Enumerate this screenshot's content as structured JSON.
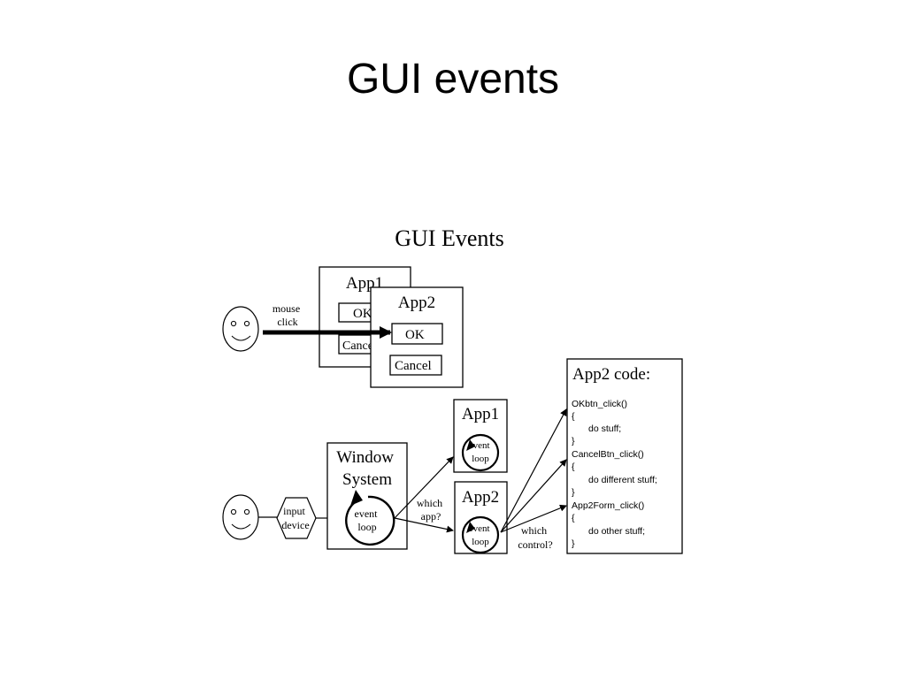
{
  "slide": {
    "title": "GUI events"
  },
  "figure": {
    "title": "GUI Events",
    "top": {
      "user_label": "mouse click",
      "user_label_lines": [
        "mouse",
        "click"
      ],
      "app1": {
        "title": "App1",
        "ok": "OK",
        "cancel": "Cancel"
      },
      "app2": {
        "title": "App2",
        "ok": "OK",
        "cancel": "Cancel"
      }
    },
    "bottom": {
      "input_device": [
        "input",
        "device"
      ],
      "window_system": [
        "Window",
        "System"
      ],
      "event_loop": [
        "event",
        "loop"
      ],
      "which_app": [
        "which",
        "app?"
      ],
      "app1_title": "App1",
      "app2_title": "App2",
      "which_control": [
        "which",
        "control?"
      ]
    },
    "code": {
      "title": "App2 code:",
      "lines": [
        "OKbtn_click()",
        "{",
        "do stuff;",
        "}",
        "CancelBtn_click()",
        "{",
        "do different stuff;",
        "}",
        "App2Form_click()",
        "{",
        "do other stuff;",
        "}"
      ]
    }
  }
}
